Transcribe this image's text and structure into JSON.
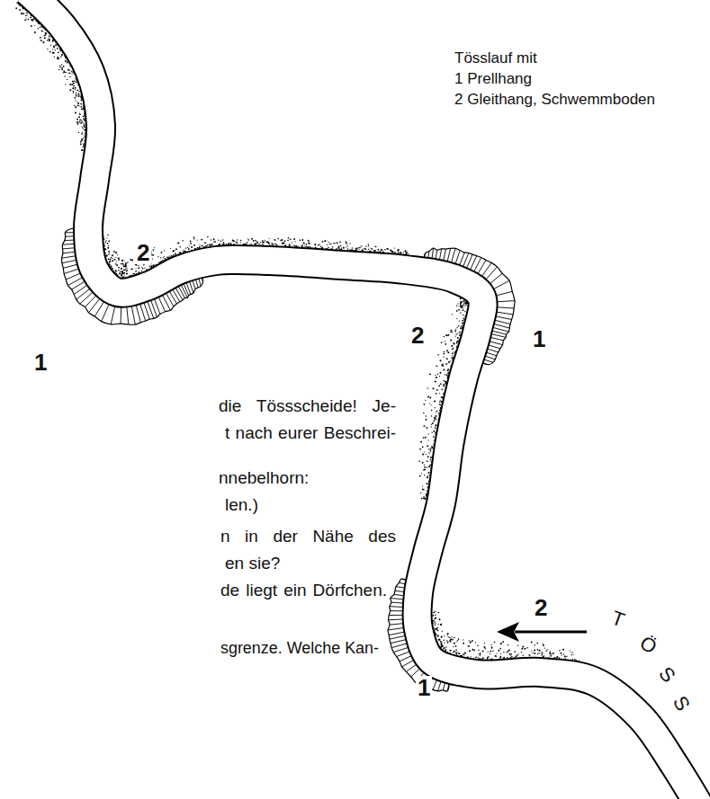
{
  "diagram": {
    "title": "Tösslauf mit",
    "labels": [
      "1 Prellhang",
      "2 Gleithang, Schwemmboden",
      "2",
      "2",
      "1",
      "1",
      "die Tössscheide! Je-",
      "t nach eurer Beschrei-",
      "nnebelhorn:",
      "len.)",
      "n in der Nähe des",
      "en sie?",
      "de liegt ein Dörfchen.",
      "2",
      "sgrenze. Welche Kan-",
      "1",
      "T",
      "Ö",
      "S",
      "S"
    ]
  }
}
